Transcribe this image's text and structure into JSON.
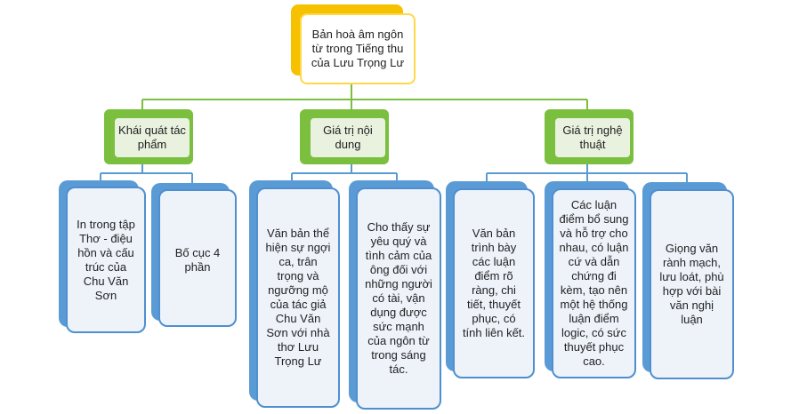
{
  "colors": {
    "root_accent": "#f6c200",
    "root_border": "#ffd84a",
    "category_accent": "#7bbf3e",
    "category_fill": "#e9f1df",
    "leaf_accent": "#5b9bd5",
    "leaf_fill": "#eef3fa",
    "connector_green": "#7bbf3e",
    "connector_blue": "#5b9bd5"
  },
  "root": {
    "label": "Bản hoà âm ngôn từ trong Tiếng thu của Lưu Trọng Lư"
  },
  "categories": [
    {
      "label": "Khái quát tác phẩm",
      "children": [
        "In trong tập Thơ - điệu hồn và cấu trúc của Chu Văn Sơn",
        "Bố cục 4 phần"
      ]
    },
    {
      "label": "Giá trị nội dung",
      "children": [
        "Văn bản thể hiện sự ngợi ca, trân trọng và ngưỡng mộ của tác giả Chu Văn Sơn với nhà thơ Lưu Trọng Lư",
        "Cho thấy sự yêu quý và tình cảm của ông đối với những người có tài, vận dụng được sức mạnh của ngôn từ trong sáng tác."
      ]
    },
    {
      "label": "Giá trị nghệ thuật",
      "children": [
        "Văn bản trình bày các luận điểm rõ ràng, chi tiết, thuyết phục, có tính liên kết.",
        "Các luận điểm bổ sung và hỗ trợ cho nhau, có luận cứ và dẫn chứng đi kèm, tạo nên một hệ thống luận điểm logic, có sức thuyết phục cao.",
        "Giọng văn rành mạch, lưu loát, phù hợp với bài văn nghị luận"
      ]
    }
  ]
}
